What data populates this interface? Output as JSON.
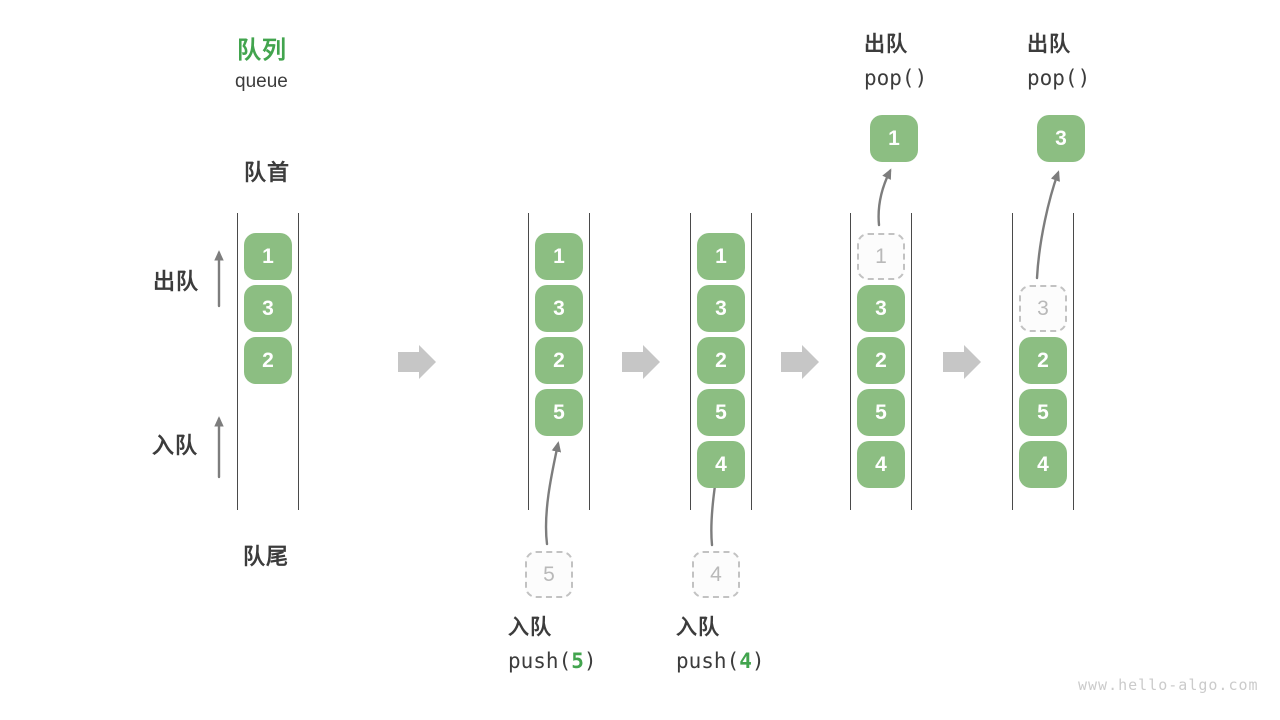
{
  "header": {
    "title": "队列",
    "subtitle": "queue"
  },
  "labels": {
    "front": "队首",
    "rear": "队尾",
    "dequeue_side": "出队",
    "enqueue_side": "入队"
  },
  "columns": {
    "c1": {
      "boxes": [
        "1",
        "3",
        "2"
      ]
    },
    "c2": {
      "boxes": [
        "1",
        "3",
        "2",
        "5"
      ],
      "incoming": "5"
    },
    "c3": {
      "boxes": [
        "1",
        "3",
        "2",
        "5",
        "4"
      ],
      "incoming": "4"
    },
    "c4": {
      "removed": "1",
      "boxes": [
        "3",
        "2",
        "5",
        "4"
      ],
      "popped": "1"
    },
    "c5": {
      "removed": "3",
      "boxes": [
        "2",
        "5",
        "4"
      ],
      "popped": "3"
    }
  },
  "ops": {
    "push5": {
      "title": "入队",
      "fn_open": "push(",
      "arg": "5",
      "fn_close": ")"
    },
    "push4": {
      "title": "入队",
      "fn_open": "push(",
      "arg": "4",
      "fn_close": ")"
    },
    "pop1": {
      "title": "出队",
      "fn": "pop()"
    },
    "pop2": {
      "title": "出队",
      "fn": "pop()"
    }
  },
  "watermark": "www.hello-algo.com",
  "colors": {
    "box-green": "#8cbe82",
    "title-green": "#42a44e",
    "arg-green": "#42a44e",
    "text-dark": "#3c3c3c",
    "rail-gray": "#4a4a4a",
    "dashed-border": "#c2c2c2",
    "dashed-text": "#b9b9b9",
    "arrow-gray": "#7d7d7d",
    "block-arrow": "#c6c6c6",
    "watermark-gray": "#cbcbcb"
  }
}
